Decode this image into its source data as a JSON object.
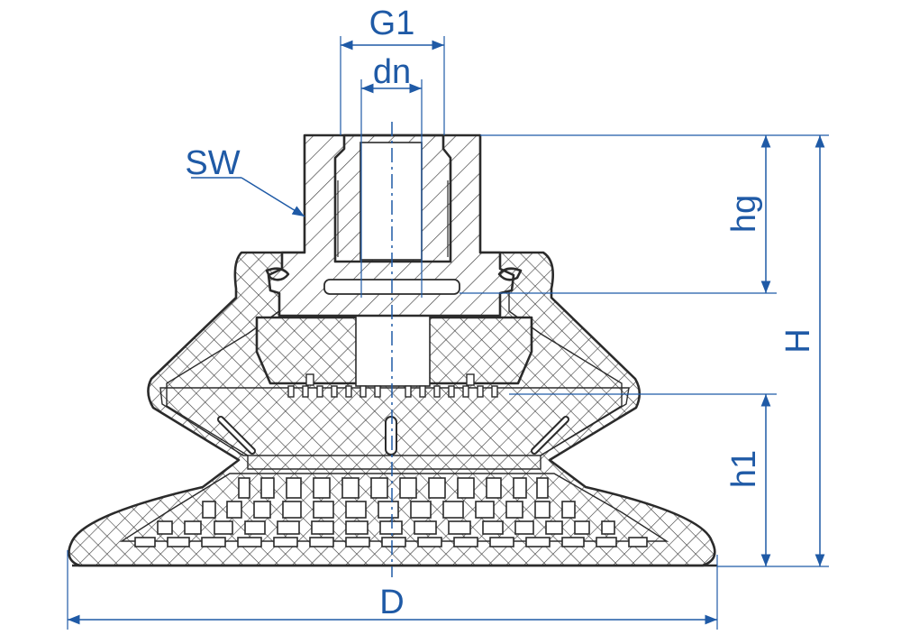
{
  "labels": {
    "g1": "G1",
    "dn": "dn",
    "sw": "SW",
    "hg": "hg",
    "h_total": "H",
    "h1": "h1",
    "d": "D"
  },
  "colors": {
    "dimension": "#1f5aa6",
    "outline": "#2b2b2b",
    "background": "#ffffff"
  }
}
